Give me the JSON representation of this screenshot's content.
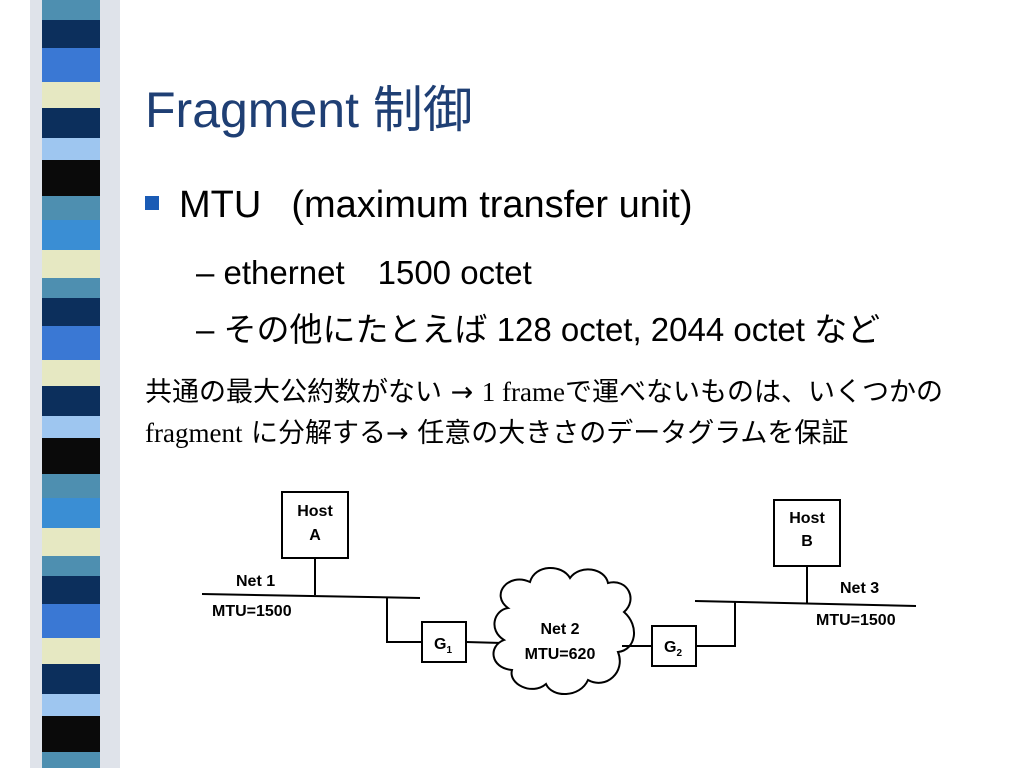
{
  "slide": {
    "title": "Fragment 制御",
    "bullet": {
      "label": "MTU",
      "expansion": "(maximum transfer unit)"
    },
    "sub_bullets": [
      {
        "dash": "–",
        "text": "ethernet　1500 octet"
      },
      {
        "dash": "–",
        "text": "その他にたとえば 128 octet, 2044 octet など"
      }
    ],
    "note": {
      "part1": "共通の最大公約数がない → ",
      "part2": "1 frame",
      "part3": "で運べないものは、いくつかの ",
      "part4": "fragment",
      "part5": " に分解する→ 任意の大きさのデータグラムを保証"
    }
  },
  "diagram": {
    "host_a": {
      "line1": "Host",
      "line2": "A"
    },
    "host_b": {
      "line1": "Host",
      "line2": "B"
    },
    "net1": {
      "name": "Net 1",
      "mtu": "MTU=1500"
    },
    "net2": {
      "name": "Net 2",
      "mtu": "MTU=620"
    },
    "net3": {
      "name": "Net 3",
      "mtu": "MTU=1500"
    },
    "g1": {
      "letter": "G",
      "sub": "1"
    },
    "g2": {
      "letter": "G",
      "sub": "2"
    }
  },
  "colors": {
    "title": "#1f3f74",
    "bullet": "#1a5bb5",
    "stripe": [
      "#4e8fb0",
      "#0c2f5c",
      "#3a78d4",
      "#e6e8c2",
      "#0c2f5c",
      "#9ec6f0",
      "#0a0a0a",
      "#4e8fb0",
      "#3a8ed4",
      "#e6e8c2"
    ]
  }
}
